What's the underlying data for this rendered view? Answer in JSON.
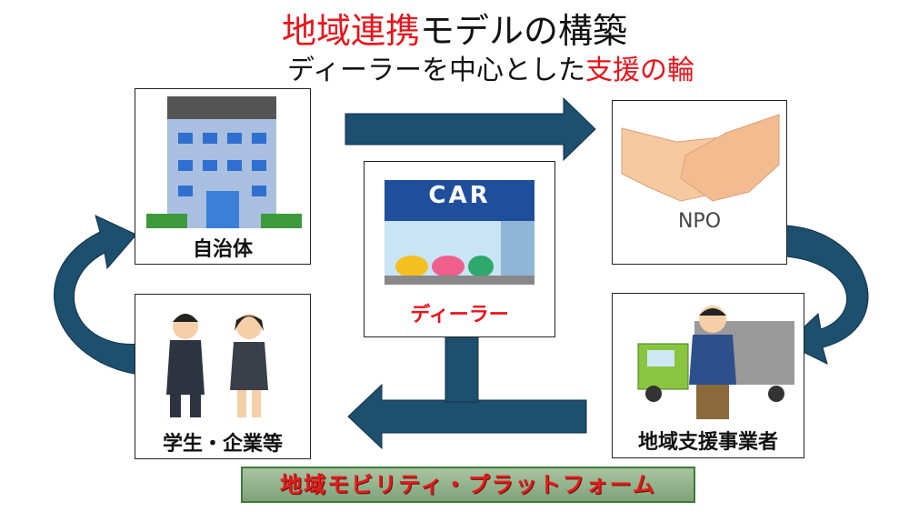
{
  "title": {
    "highlight": "地域連携",
    "rest": "モデルの構築"
  },
  "subtitle": {
    "plain": "ディーラーを中心とした",
    "highlight": "支援の輪"
  },
  "nodes": {
    "government": "自治体",
    "npo": "NPO",
    "dealer": "ディーラー",
    "dealer_sign": "CAR",
    "students": "学生・企業等",
    "support_business": "地域支援事業者"
  },
  "platform": "地域モビリティ・プラットフォーム",
  "colors": {
    "accent_red": "#e8141b",
    "arrow": "#1d4f6e",
    "platform_green": "#8fb088"
  }
}
